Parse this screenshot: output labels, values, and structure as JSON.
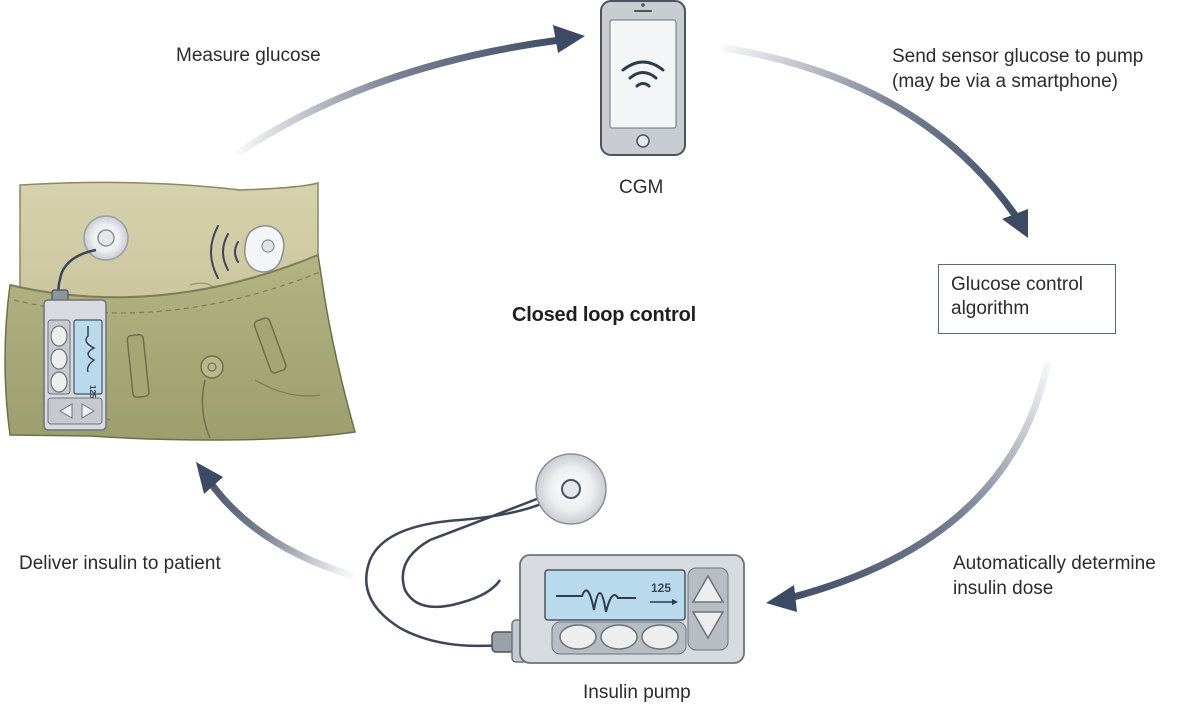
{
  "title": "Closed loop control",
  "steps": {
    "measure": "Measure glucose",
    "send_line1": "Send sensor glucose to pump",
    "send_line2": "(may be via a smartphone)",
    "determine_line1": "Automatically determine",
    "determine_line2": "insulin dose",
    "deliver": "Deliver insulin to patient"
  },
  "nodes": {
    "cgm": "CGM",
    "algorithm": "Glucose control\nalgorithm",
    "pump": "Insulin pump"
  },
  "pump_display": {
    "value": "125"
  },
  "colors": {
    "arrow": "#3d4a63",
    "body": "#cfcba6",
    "pants": "#a9aa7a",
    "device": "#d7dadf",
    "screen": "#b9d9ec"
  }
}
